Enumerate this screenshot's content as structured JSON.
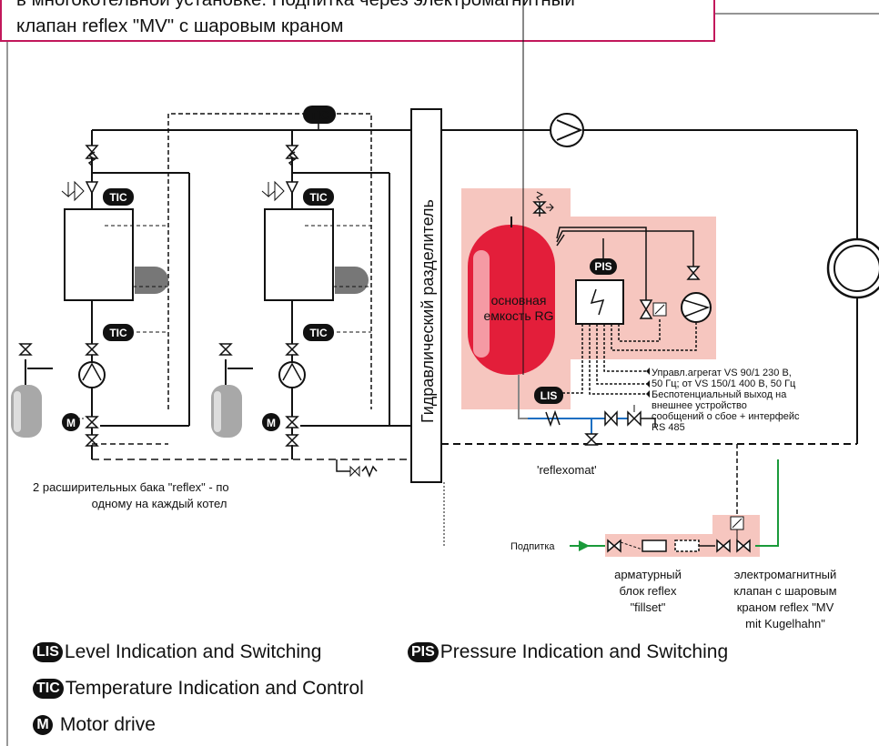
{
  "caption": {
    "line1": "в многокотельной установке. Подпитка через электромагнитный",
    "line2": "клапан reflex \"MV\" с шаровым краном"
  },
  "tags": {
    "tic": "TIC",
    "pis": "PIS",
    "lis": "LIS",
    "m": "M"
  },
  "labels": {
    "hydraulic_separator": "Гидравлический разделитель",
    "vessel_line1": "основная",
    "vessel_line2": "емкость RG",
    "control_line1": "Управл.агрегат VS 90/1 230 В,",
    "control_line2": "50 Гц; от VS 150/1 400 В, 50 Гц",
    "fault_line1": "Беспотенциальный выход на",
    "fault_line2": "внешнее устройство",
    "fault_line3": "сообщений о сбое + интерфейс",
    "fault_line4": "RS 485",
    "reflexomat": "'reflexomat'",
    "tanks_line1": "2 расширительных бака \"reflex\" - по",
    "tanks_line2": "одному на каждый котел",
    "makeup": "Подпитка",
    "fillset_line1": "арматурный",
    "fillset_line2": "блок reflex",
    "fillset_line3": "\"fillset\"",
    "mv_line1": "электромагнитный",
    "mv_line2": "клапан с шаровым",
    "mv_line3": "краном reflex \"MV",
    "mv_line4": "mit Kugelhahn\""
  },
  "legend": {
    "lis": "Level Indication and Switching",
    "pis": "Pressure Indication and Switching",
    "tic": "Temperature Indication and Control",
    "m": "Motor drive"
  },
  "colors": {
    "vessel": "#e31e3a",
    "highlight": "#f6c6bf",
    "makeup_line": "#1a9a3a",
    "water_line": "#1b6fc2",
    "caption_border": "#c2185b"
  }
}
